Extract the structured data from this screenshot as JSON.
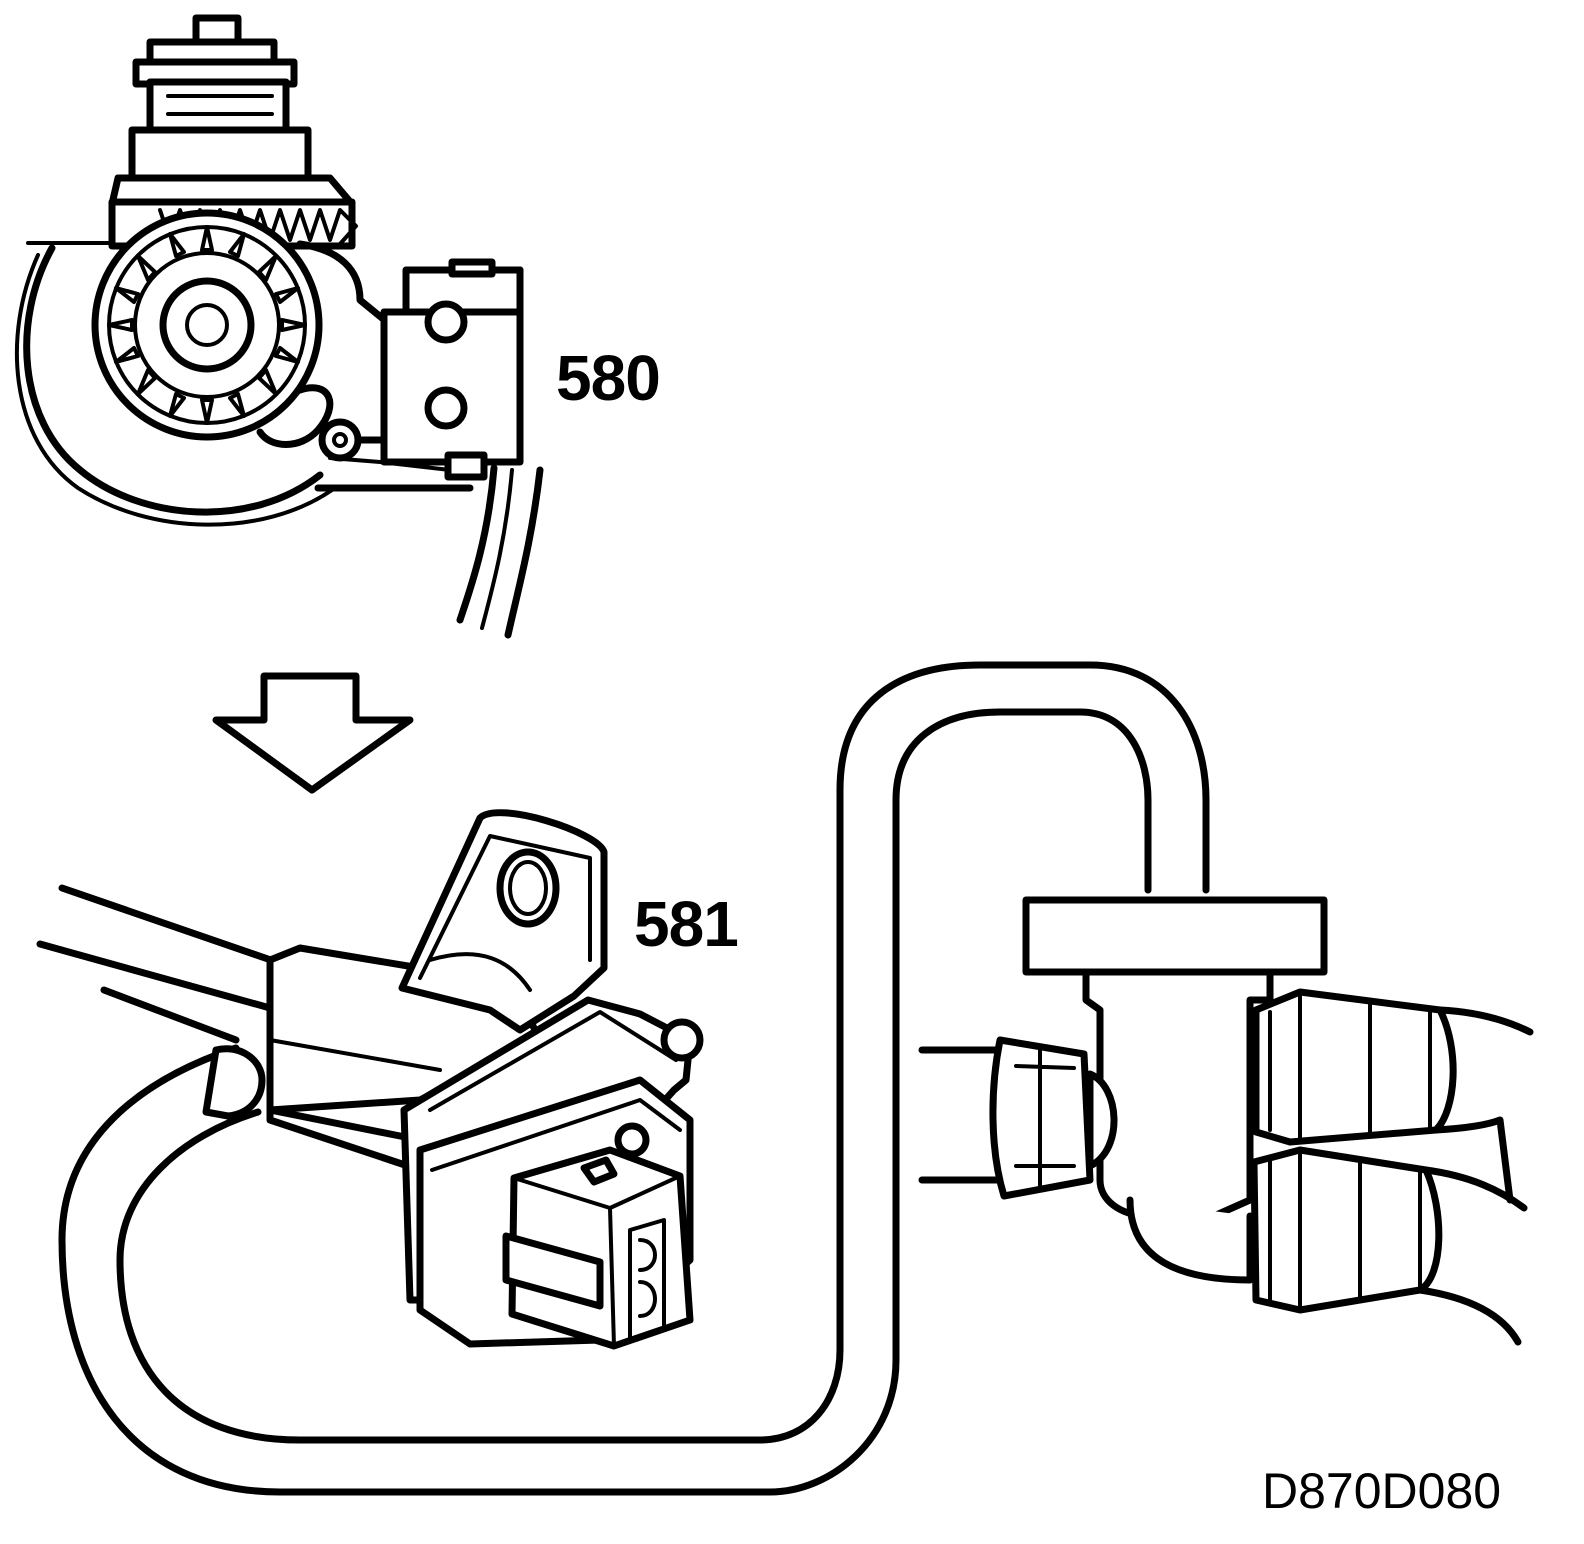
{
  "labels": {
    "part_top": "580",
    "part_bottom": "581",
    "figure_code": "D870D080"
  },
  "colors": {
    "line": "#000000",
    "background": "#ffffff"
  }
}
